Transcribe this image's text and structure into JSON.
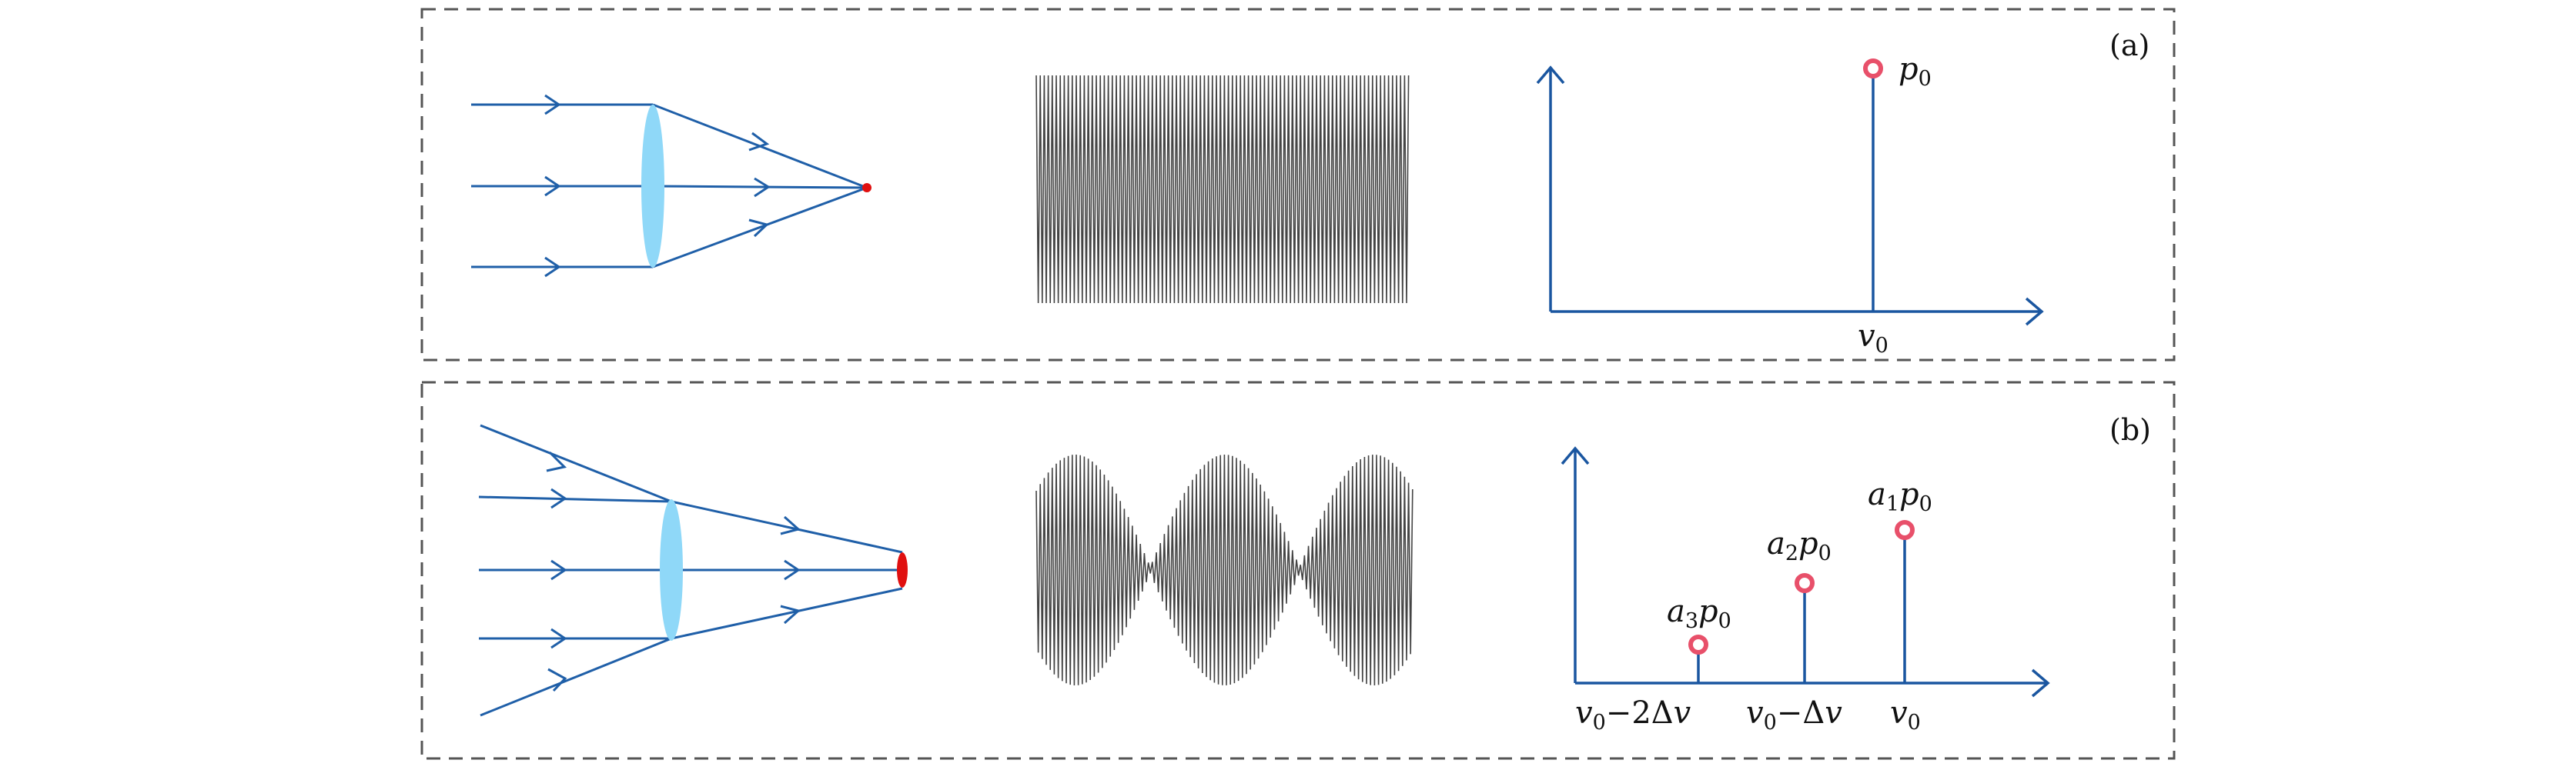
{
  "panels": [
    {
      "id": "a",
      "label": "(a)",
      "spectrum": {
        "axis_tick": "v0",
        "lines": [
          {
            "amplitude": "p0",
            "relative_height": 1.0
          }
        ]
      }
    },
    {
      "id": "b",
      "label": "(b)",
      "spectrum": {
        "ticks": [
          "v0−2Δv",
          "v0−Δv",
          "v0"
        ],
        "lines": [
          {
            "amplitude": "a3p0",
            "relative_height": 0.19
          },
          {
            "amplitude": "a2p0",
            "relative_height": 0.43
          },
          {
            "amplitude": "a1p0",
            "relative_height": 0.67
          }
        ]
      }
    }
  ],
  "colors": {
    "ray": "#1f5fa8",
    "lens": "#8fd8f8",
    "focus": "#e01010",
    "stem": "#1a56a0",
    "marker": "#e8506a",
    "frame": "#555555",
    "wave": "#444444"
  }
}
